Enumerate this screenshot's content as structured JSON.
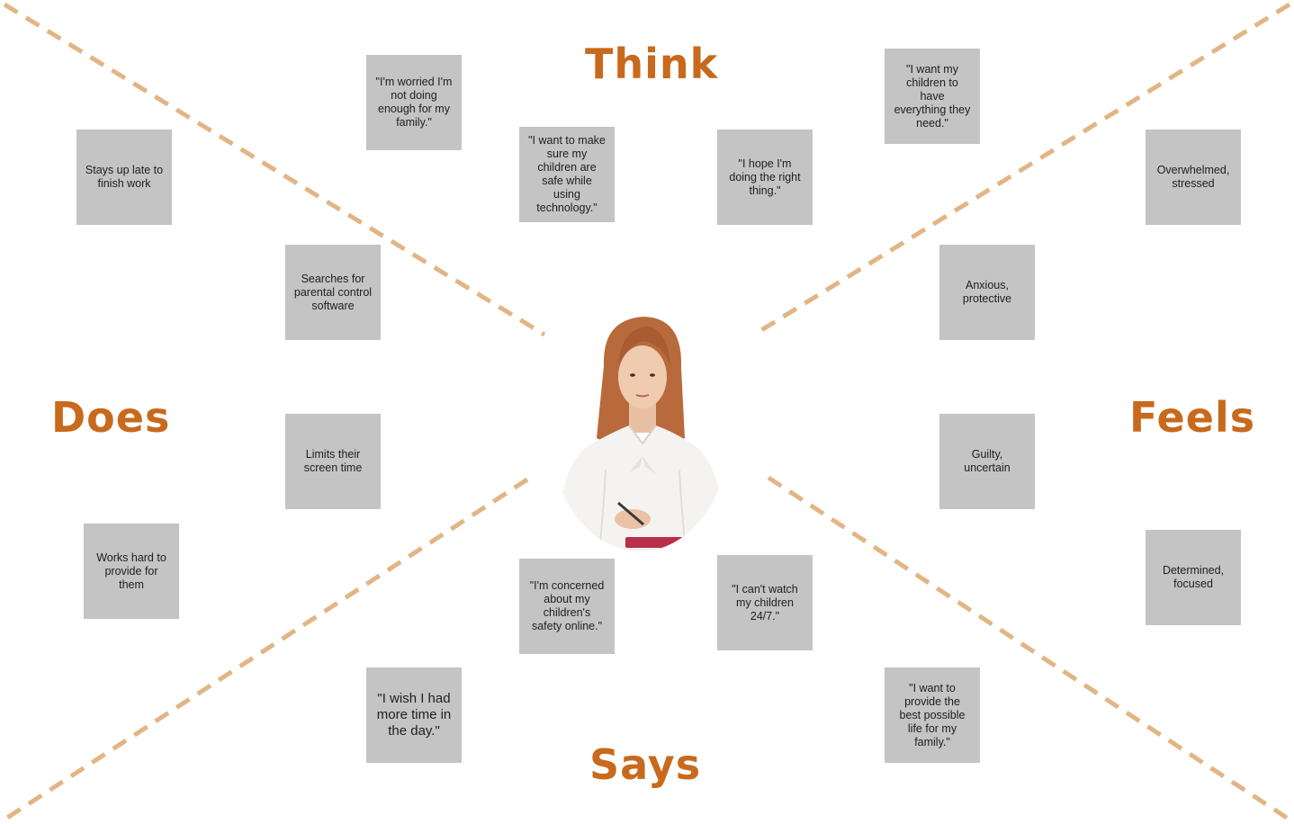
{
  "colors": {
    "accent": "#c8691c",
    "dash_line": "#e2b585",
    "sticky_note": "#c4c4c4",
    "note_text": "#1e1e1e"
  },
  "quadrants": {
    "think": "Think",
    "does": "Does",
    "feels": "Feels",
    "says": "Says"
  },
  "notes": {
    "think": [
      "\"I'm worried I'm not doing enough for my family.\"",
      "\"I want to make sure my children are safe while using technology.\"",
      "\"I hope I'm doing the right thing.\"",
      "\"I want my children to have everything they need.\""
    ],
    "does": [
      "Stays up late to finish work",
      "Searches for parental control software",
      "Limits their screen time",
      "Works hard to provide for them"
    ],
    "feels": [
      "Overwhelmed, stressed",
      "Anxious, protective",
      "Guilty, uncertain",
      "Determined, focused"
    ],
    "says": [
      "\"I'm concerned about my children's safety online.\"",
      "\"I can't watch my children 24/7.\"",
      "\"I wish I had more time in the day.\"",
      "\"I want to provide the best possible life for my family.\""
    ]
  },
  "persona": {
    "icon": "woman-holding-pen-portrait"
  }
}
